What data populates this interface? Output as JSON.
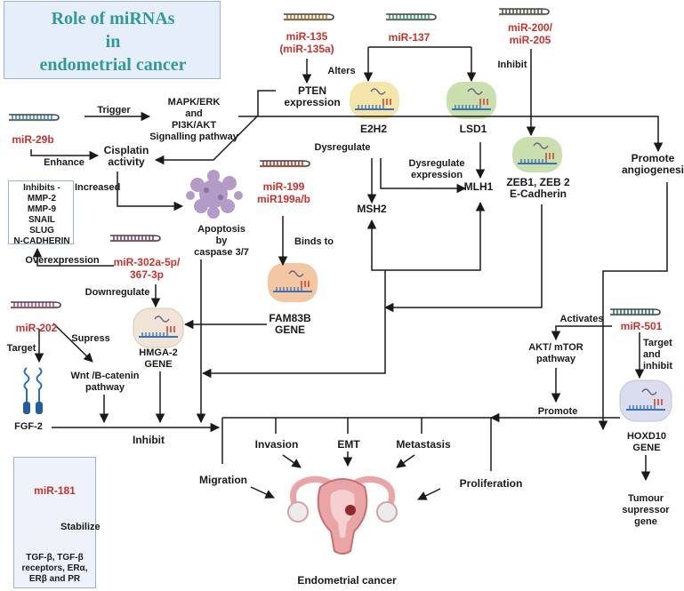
{
  "title": [
    "Role of miRNAs",
    "in",
    "endometrial cancer"
  ],
  "colors": {
    "title": "#2e9a9e",
    "mirna": "#c8322d",
    "title_box": "#e6eef9",
    "cell_yellow": "#f3e6a8",
    "cell_green": "#c9dfae",
    "cell_peach": "#f4c7a3",
    "cell_beige": "#efe4d6",
    "cell_lavender": "#dcdcef",
    "apoptosis_cell": "#b39bc7",
    "uterus": "#e9a5a5"
  },
  "mirnas": {
    "m135": "miR-135\n(miR-135a)",
    "m137": "miR-137",
    "m200": "miR-200/\nmiR-205",
    "m29b": "miR-29b",
    "m199": "miR-199\nmiR199a/b",
    "m302": "miR-302a-5p/\n367-3p",
    "m202": "miR-202",
    "m501": "miR-501",
    "m181": "miR-181"
  },
  "labels": {
    "alters": "Alters",
    "pten": "PTEN\nexpression",
    "inhibit_200": "Inhibit",
    "trigger": "Trigger",
    "mapk": "MAPK/ERK\nand\nPI3K/AKT\nSignalling pathway",
    "enhance": "Enhance",
    "cisplatin": "Cisplatin\nactivity",
    "dysregulate": "Dysregulate",
    "e2h2": "E2H2",
    "lsd1": "LSD1",
    "dysregulate_expr": "Dysregulate\nexpression",
    "mlh1": "MLH1",
    "msh2": "MSH2",
    "zeb": "ZEB1, ZEB 2\nE-Cadherin",
    "promote_angio": "Promote\nangiogenesi",
    "increased": "Increased",
    "apoptosis": "Apoptosis\nby\ncaspase 3/7",
    "binds_to": "Binds to",
    "fam83b": "FAM83B\nGENE",
    "inhibits_list": "Inhibits -\nMMP-2\nMMP-9\nSNAIL\nSLUG\nN-CADHERIN",
    "overexpression": "Overexpression",
    "downregulate": "Downregulate",
    "hmga2": "HMGA-2\nGENE",
    "activates": "Activates",
    "akt_mtor": "AKT/ mTOR\npathway",
    "target_inhibit": "Target\nand\ninhibit",
    "hoxd10": "HOXD10\nGENE",
    "promote": "Promote",
    "tumour": "Tumour\nsupressor\ngene",
    "target": "Target",
    "supress": "Supress",
    "wnt": "Wnt /B-catenin\npathway",
    "fgf2": "FGF-2",
    "inhibit_main": "Inhibit",
    "invasion": "Invasion",
    "emt": "EMT",
    "metastasis": "Metastasis",
    "migration": "Migration",
    "proliferation": "Proliferation",
    "stabilize": "Stabilize",
    "tgf": "TGF-β, TGF-β\nreceptors, ERα,\nERβ and PR",
    "endometrial": "Endometrial cancer"
  },
  "icons": [
    "rna-hairpin-icon",
    "cell-nucleus-icon",
    "apoptotic-cell-icon",
    "receptor-icon",
    "uterus-icon"
  ]
}
